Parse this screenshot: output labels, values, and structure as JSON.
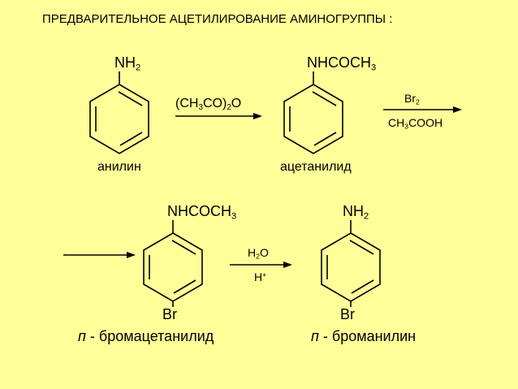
{
  "title": "ПРЕДВАРИТЕЛЬНОЕ АЦЕТИЛИРОВАНИЕ АМИНОГРУППЫ :",
  "aniline": {
    "substituent": {
      "main": "NH",
      "sub": "2"
    },
    "name": "анилин"
  },
  "reagent1": {
    "p1": "(CH",
    "s1": "3",
    "p2": "CO)",
    "s2": "2",
    "p3": "O"
  },
  "acetanilide": {
    "substituent": {
      "main": "NHCOCH",
      "sub": "3"
    },
    "name": "ацетанилид"
  },
  "reagent2": {
    "top": {
      "main": "Br",
      "sub": "2"
    },
    "bottom": {
      "p1": "CH",
      "s1": "3",
      "p2": "COOH"
    }
  },
  "bromoacetanilide": {
    "substituent_top": {
      "main": "NHCOCH",
      "sub": "3"
    },
    "substituent_bottom": "Br",
    "name_prefix": "п",
    "name_rest": " - бромацетанилид"
  },
  "reagent3": {
    "top": {
      "main": "H",
      "sub": "2",
      "tail": "O"
    },
    "bottom": {
      "main": "H",
      "sup": "+"
    }
  },
  "bromoaniline": {
    "substituent_top": {
      "main": "NH",
      "sub": "2"
    },
    "substituent_bottom": "Br",
    "name_prefix": "п",
    "name_rest": " - броманилин"
  }
}
